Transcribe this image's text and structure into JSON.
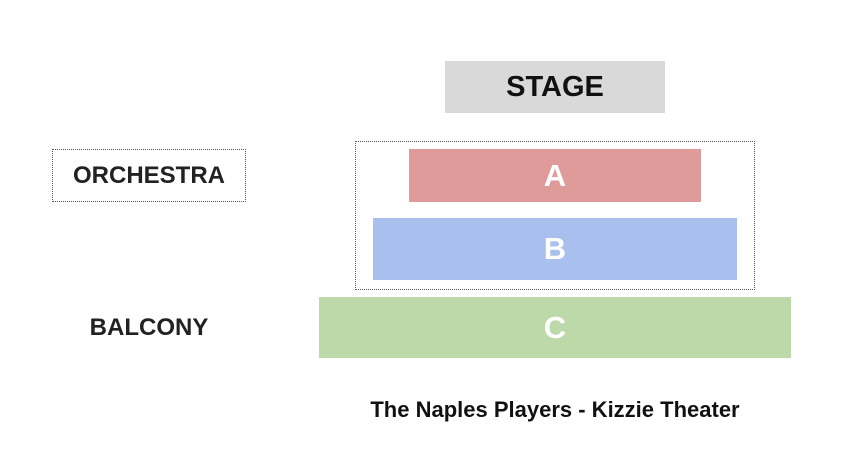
{
  "stage_label": "STAGE",
  "orchestra_label": "ORCHESTRA",
  "balcony_label": "BALCONY",
  "caption": "The Naples Players - Kizzie Theater",
  "sections": [
    {
      "label": "A",
      "color": "#df9a9a"
    },
    {
      "label": "B",
      "color": "#a9bfee"
    },
    {
      "label": "C",
      "color": "#bdd9aa"
    }
  ]
}
